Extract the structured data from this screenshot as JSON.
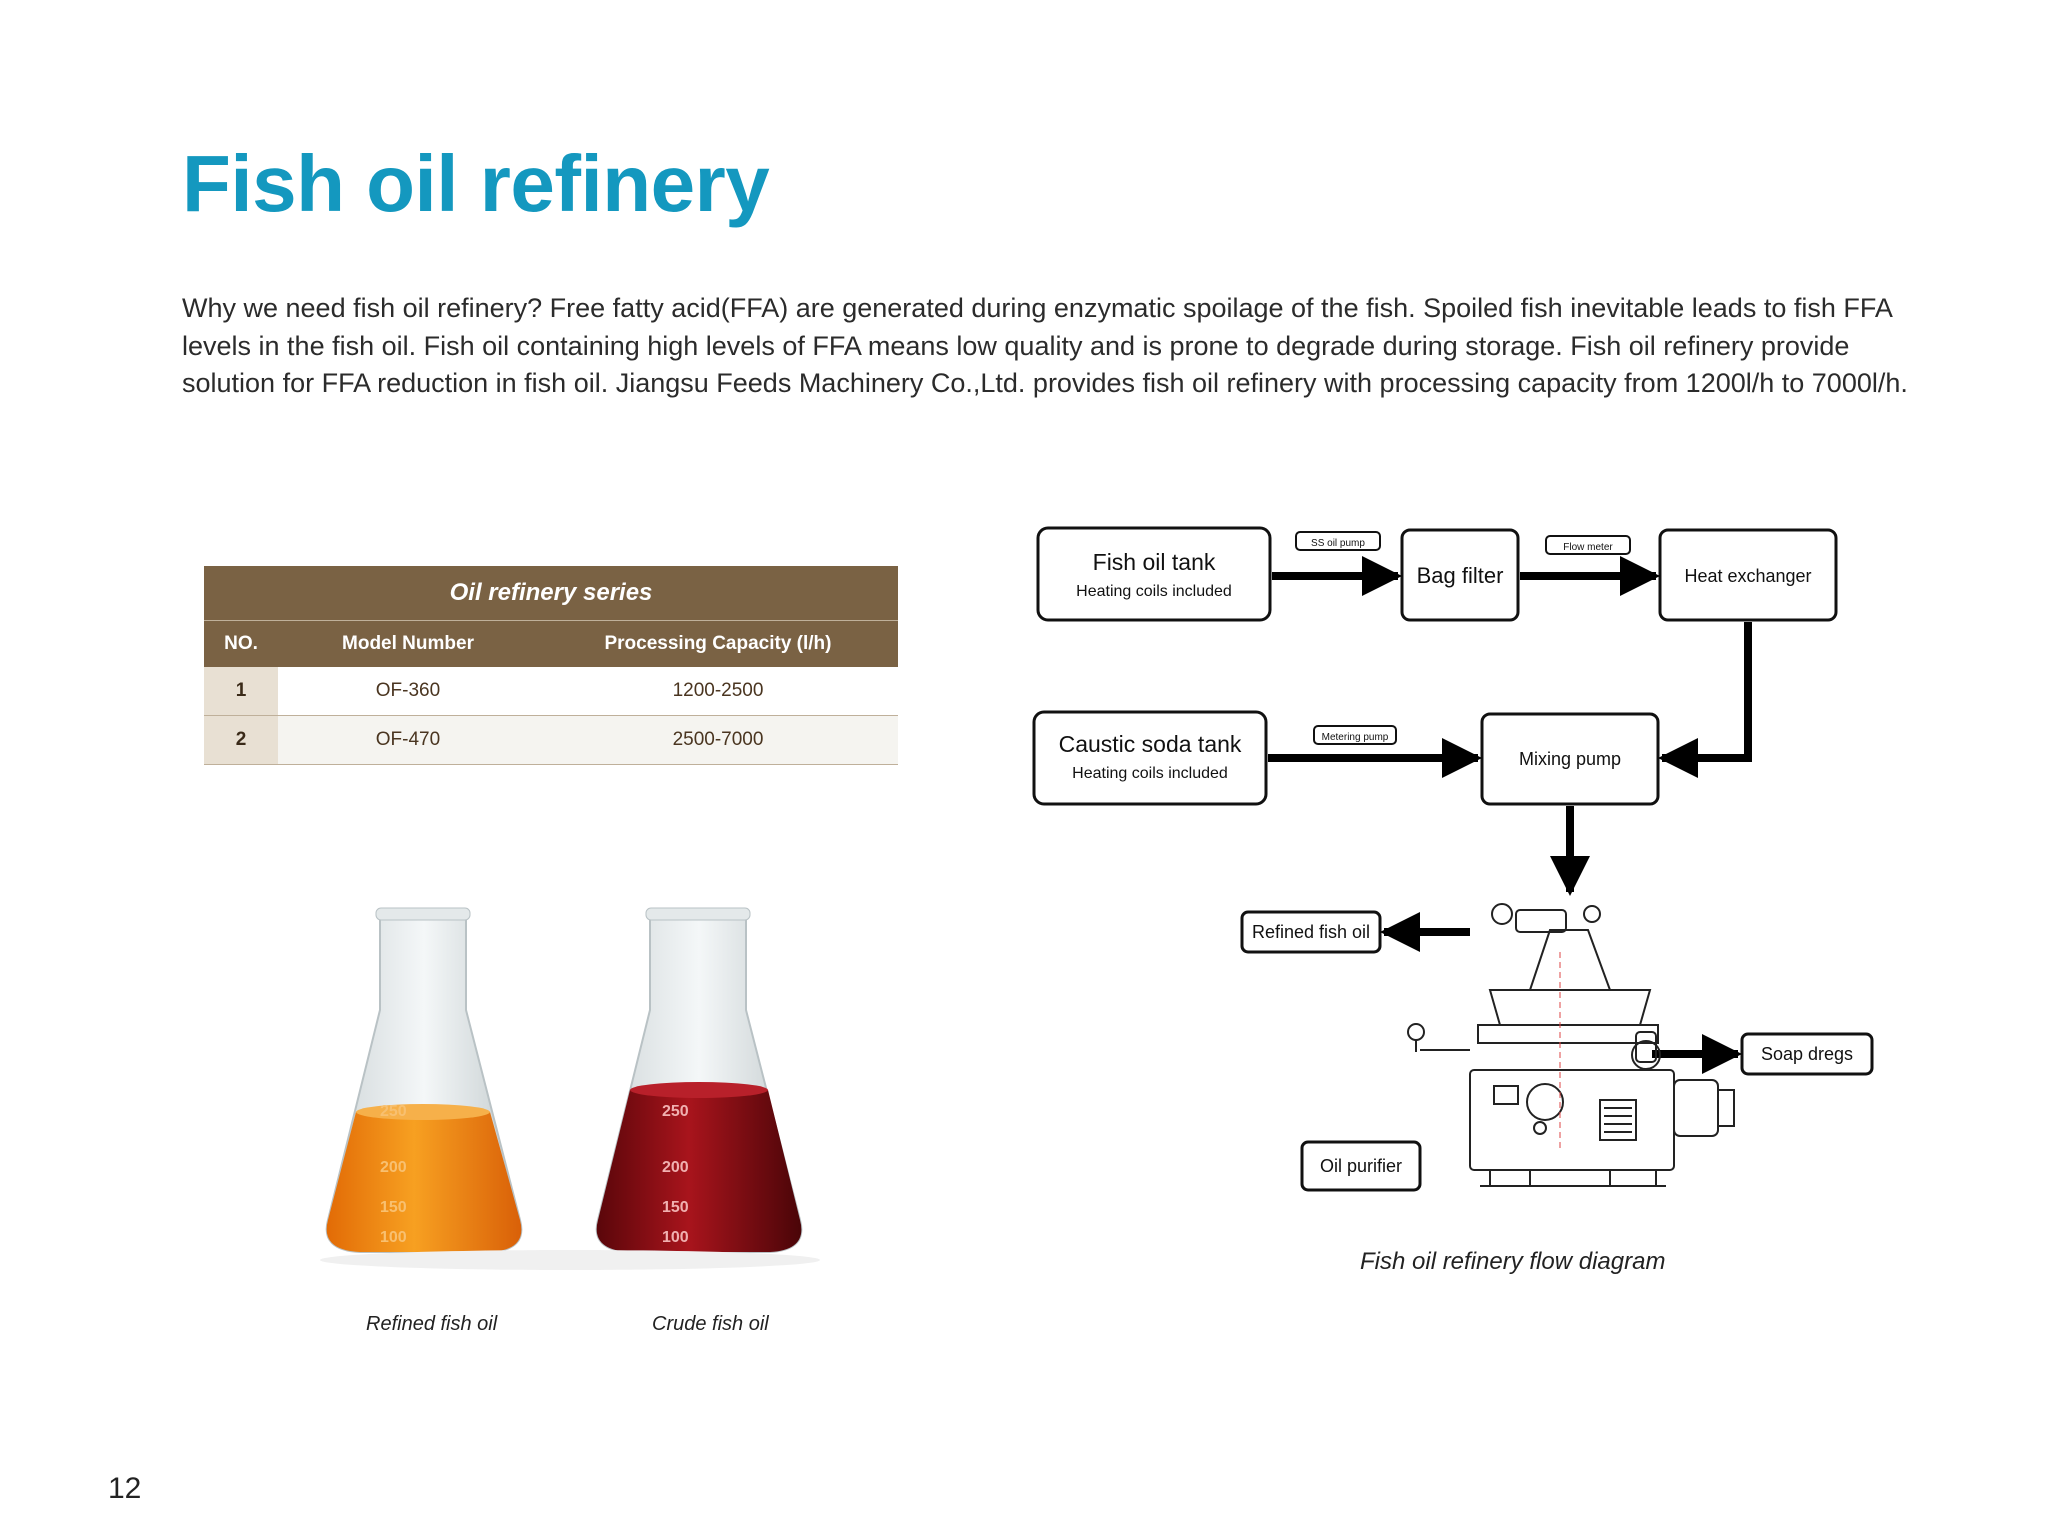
{
  "page": {
    "title": "Fish oil refinery",
    "intro_lines": [
      "Why we need fish oil refinery? Free fatty acid(FFA) are generated during enzymatic spoilage of the fish. Spoiled fish inevitable leads to fish FFA",
      "levels in the fish oil. Fish oil containing high levels of FFA means low quality and is prone to degrade during storage. Fish oil refinery provide",
      "solution for FFA reduction in fish oil. Jiangsu Feeds Machinery Co.,Ltd. provides fish oil refinery with processing capacity from 1200l/h to 7000l/h."
    ],
    "page_number": "12"
  },
  "table": {
    "caption": "Oil refinery series",
    "headers": [
      "NO.",
      "Model Number",
      "Processing Capacity (l/h)"
    ],
    "rows": [
      {
        "no": "1",
        "model": "OF-360",
        "capacity": "1200-2500"
      },
      {
        "no": "2",
        "model": "OF-470",
        "capacity": "2500-7000"
      }
    ],
    "header_color": "#7a6244"
  },
  "flasks": {
    "left": {
      "caption": "Refined fish oil",
      "liquid_color": "#f08a12",
      "marks": [
        "250",
        "200",
        "150",
        "100"
      ]
    },
    "right": {
      "caption": "Crude fish oil",
      "liquid_color": "#8e0d14",
      "marks": [
        "250",
        "200",
        "150",
        "100"
      ]
    }
  },
  "diagram": {
    "caption": "Fish oil refinery flow diagram",
    "fish_oil_tank": {
      "title": "Fish oil tank",
      "sub": "Heating coils included"
    },
    "ss_oil_pump": "SS oil pump",
    "bag_filter": "Bag filter",
    "flow_meter": "Flow meter",
    "heat_exchanger": "Heat exchanger",
    "caustic_soda_tank": {
      "title": "Caustic soda tank",
      "sub": "Heating coils included"
    },
    "metering_pump": "Metering pump",
    "mixing_pump": "Mixing pump",
    "refined_fish_oil": "Refined fish oil",
    "soap_dregs": "Soap dregs",
    "oil_purifier": "Oil purifier"
  }
}
